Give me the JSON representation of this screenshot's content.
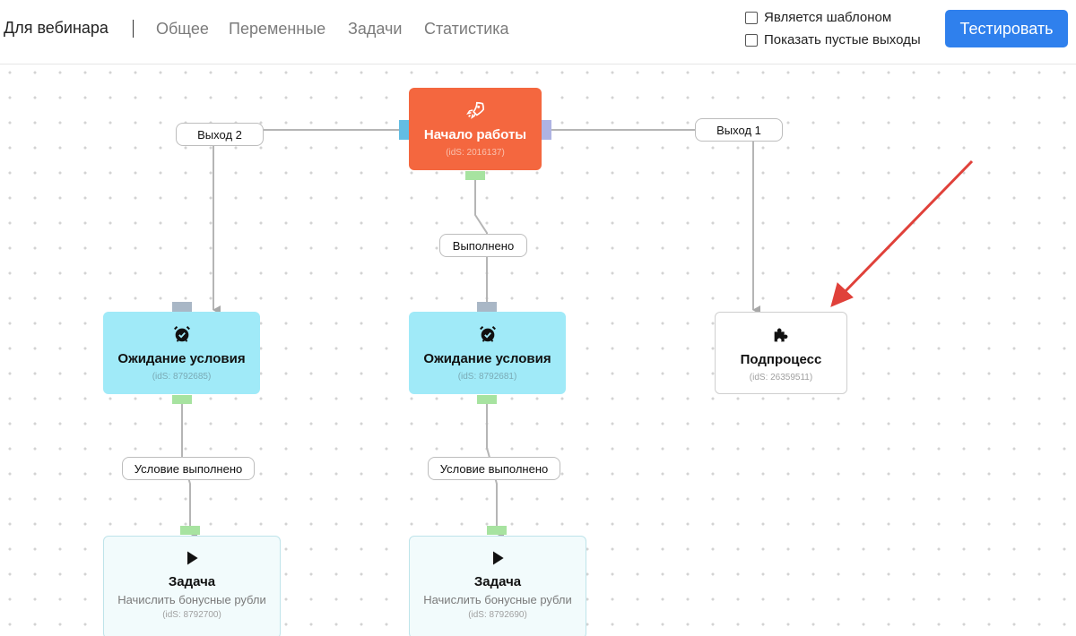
{
  "header": {
    "flow_name": "Для вебинара",
    "tabs": [
      {
        "label": "Общее"
      },
      {
        "label": "Переменные"
      },
      {
        "label": "Задачи"
      },
      {
        "label": "Статистика"
      }
    ],
    "checkboxes": [
      {
        "label": "Является шаблоном",
        "checked": false
      },
      {
        "label": "Показать пустые выходы",
        "checked": false
      }
    ],
    "test_button": "Тестировать",
    "accent_color": "#2f80ed"
  },
  "nodes": {
    "start": {
      "icon": "rocket-icon",
      "title": "Начало работы",
      "id": "(idS: 2016137)",
      "color": "#f4673f"
    },
    "wait_1": {
      "icon": "alarm-clock-icon",
      "title": "Ожидание условия",
      "id": "(idS: 8792685)",
      "color": "#a0eaf8"
    },
    "wait_2": {
      "icon": "alarm-clock-icon",
      "title": "Ожидание условия",
      "id": "(idS: 8792681)",
      "color": "#a0eaf8"
    },
    "subprocess": {
      "icon": "puzzle-icon",
      "title": "Подпроцесс",
      "id": "(idS: 26359511)"
    },
    "task_1": {
      "icon": "play-icon",
      "title": "Задача",
      "subtitle": "Начислить бонусные рубли",
      "id": "(idS: 8792700)"
    },
    "task_2": {
      "icon": "play-icon",
      "title": "Задача",
      "subtitle": "Начислить бонусные рубли",
      "id": "(idS: 8792690)"
    }
  },
  "edges": {
    "exit_2": "Выход 2",
    "exit_1": "Выход 1",
    "done": "Выполнено",
    "cond_1": "Условие выполнено",
    "cond_2": "Условие выполнено"
  },
  "annotation": {
    "type": "arrow",
    "color": "#e0413a",
    "points_to": "subprocess"
  }
}
